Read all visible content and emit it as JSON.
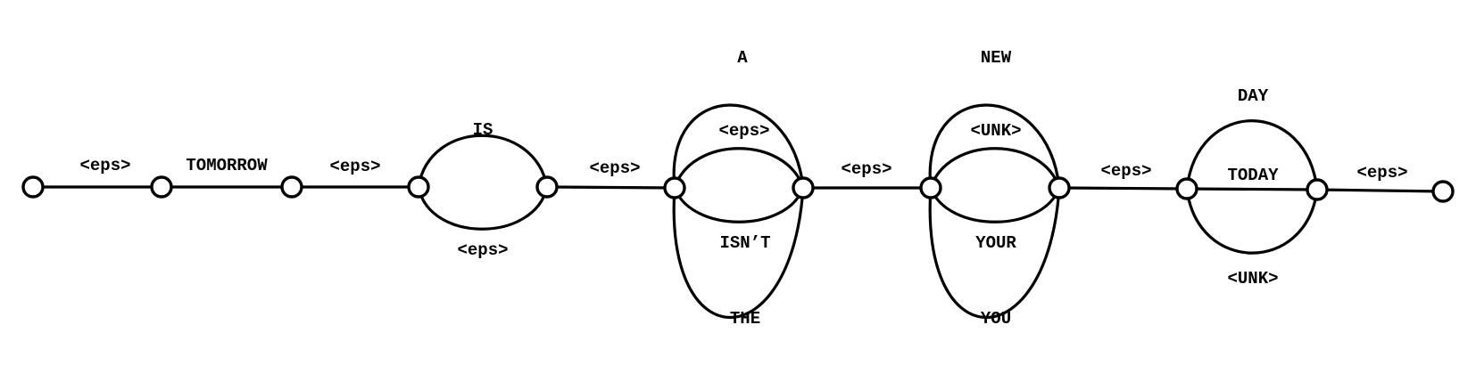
{
  "diagram": {
    "type": "word-lattice",
    "stroke_color": "#000000",
    "node_fill": "#ffffff",
    "nodes": [
      {
        "id": "n0"
      },
      {
        "id": "n1"
      },
      {
        "id": "n2"
      },
      {
        "id": "n3"
      },
      {
        "id": "n4"
      },
      {
        "id": "n5"
      },
      {
        "id": "n6"
      },
      {
        "id": "n7"
      },
      {
        "id": "n8"
      },
      {
        "id": "n9"
      },
      {
        "id": "n10"
      },
      {
        "id": "n11"
      }
    ],
    "edges": [
      {
        "id": "e0",
        "from": "n0",
        "to": "n1",
        "label": "<eps>"
      },
      {
        "id": "e1",
        "from": "n1",
        "to": "n2",
        "label": "TOMORROW"
      },
      {
        "id": "e2",
        "from": "n2",
        "to": "n3",
        "label": "<eps>"
      },
      {
        "id": "e3",
        "from": "n3",
        "to": "n4",
        "label": "IS"
      },
      {
        "id": "e4",
        "from": "n3",
        "to": "n4",
        "label": "<eps>"
      },
      {
        "id": "e5",
        "from": "n4",
        "to": "n5",
        "label": "<eps>"
      },
      {
        "id": "e6",
        "from": "n5",
        "to": "n6",
        "label": "A"
      },
      {
        "id": "e7",
        "from": "n5",
        "to": "n6",
        "label": "<eps>"
      },
      {
        "id": "e8",
        "from": "n5",
        "to": "n6",
        "label": "ISN’T"
      },
      {
        "id": "e9",
        "from": "n5",
        "to": "n6",
        "label": "THE"
      },
      {
        "id": "e10",
        "from": "n6",
        "to": "n7",
        "label": "<eps>"
      },
      {
        "id": "e11",
        "from": "n7",
        "to": "n8",
        "label": "NEW"
      },
      {
        "id": "e12",
        "from": "n7",
        "to": "n8",
        "label": "<UNK>"
      },
      {
        "id": "e13",
        "from": "n7",
        "to": "n8",
        "label": "YOUR"
      },
      {
        "id": "e14",
        "from": "n7",
        "to": "n8",
        "label": "YOU"
      },
      {
        "id": "e15",
        "from": "n8",
        "to": "n9",
        "label": "<eps>"
      },
      {
        "id": "e16",
        "from": "n9",
        "to": "n10",
        "label": "DAY"
      },
      {
        "id": "e17",
        "from": "n9",
        "to": "n10",
        "label": "TODAY"
      },
      {
        "id": "e18",
        "from": "n9",
        "to": "n10",
        "label": "<UNK>"
      },
      {
        "id": "e19",
        "from": "n10",
        "to": "n11",
        "label": "<eps>"
      }
    ]
  }
}
